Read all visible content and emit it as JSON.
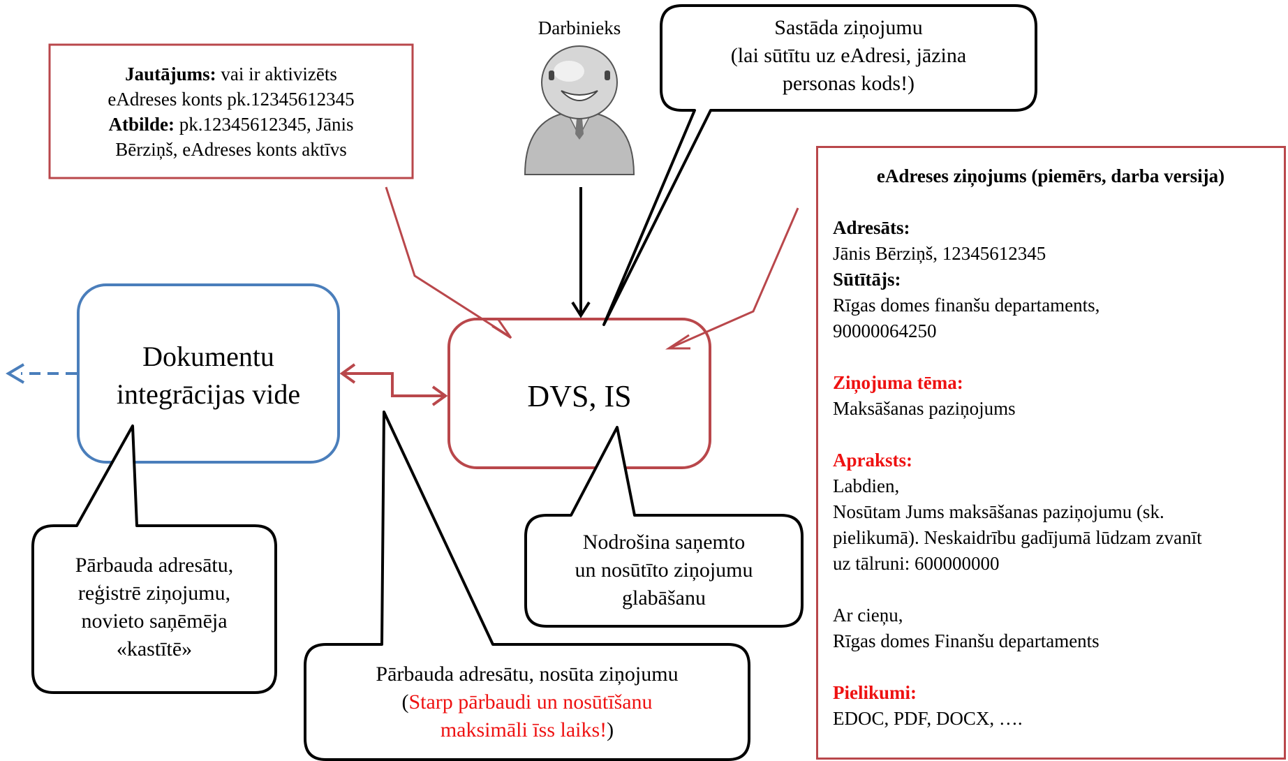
{
  "worker": {
    "label": "Darbinieks",
    "icon": "user-icon"
  },
  "query_box": {
    "question_label": "Jautājums:",
    "question_text_1": " vai ir aktivizēts",
    "question_text_2": "eAdreses konts pk.12345612345",
    "answer_label": "Atbilde:",
    "answer_text_1": " pk.12345612345, Jānis",
    "answer_text_2": "Bērziņš, eAdreses konts aktīvs"
  },
  "compose_bubble": {
    "line1": "Sastāda ziņojumu",
    "line2": "(lai sūtītu uz eAdresi, jāzina",
    "line3": "personas kods!)"
  },
  "integration_node": {
    "line1": "Dokumentu",
    "line2": "integrācijas vide"
  },
  "dvs_node": {
    "label": "DVS, IS"
  },
  "register_bubble": {
    "line1": "Pārbauda adresātu,",
    "line2": "reģistrē ziņojumu,",
    "line3": "novieto saņēmēja",
    "line4": "«kastītē»"
  },
  "storage_bubble": {
    "line1": "Nodrošina saņemto",
    "line2": "un nosūtīto ziņojumu",
    "line3": "glabāšanu"
  },
  "send_bubble": {
    "line1": "Pārbauda adresātu, nosūta ziņojumu",
    "paren_open": "(",
    "red_line1": "Starp pārbaudi un nosūtīšanu",
    "red_line2": "maksimāli īss laiks!",
    "paren_close": ")"
  },
  "message_panel": {
    "heading": "eAdreses ziņojums (piemērs, darba versija)",
    "recipient_label": "Adresāts:",
    "recipient_value": "Jānis Bērziņš, 12345612345",
    "sender_label": "Sūtītājs:",
    "sender_value_1": "Rīgas domes finanšu departaments,",
    "sender_value_2": "90000064250",
    "subject_label": "Ziņojuma tēma:",
    "subject_value": "Maksāšanas paziņojums",
    "description_label": "Apraksts:",
    "greeting": "Labdien,",
    "body_1": "Nosūtam Jums maksāšanas paziņojumu (sk.",
    "body_2": "pielikumā). Neskaidrību gadījumā lūdzam zvanīt",
    "body_3": "uz tālruni: 600000000",
    "closing": "Ar cieņu,",
    "signature": "Rīgas domes Finanšu departaments",
    "attachments_label": "Pielikumi:",
    "attachments_value": "EDOC, PDF, DOCX, …."
  },
  "colors": {
    "red_outline": "#b9474b",
    "blue_outline": "#4a7ebb",
    "red_text": "#ee1111",
    "black": "#000000"
  }
}
